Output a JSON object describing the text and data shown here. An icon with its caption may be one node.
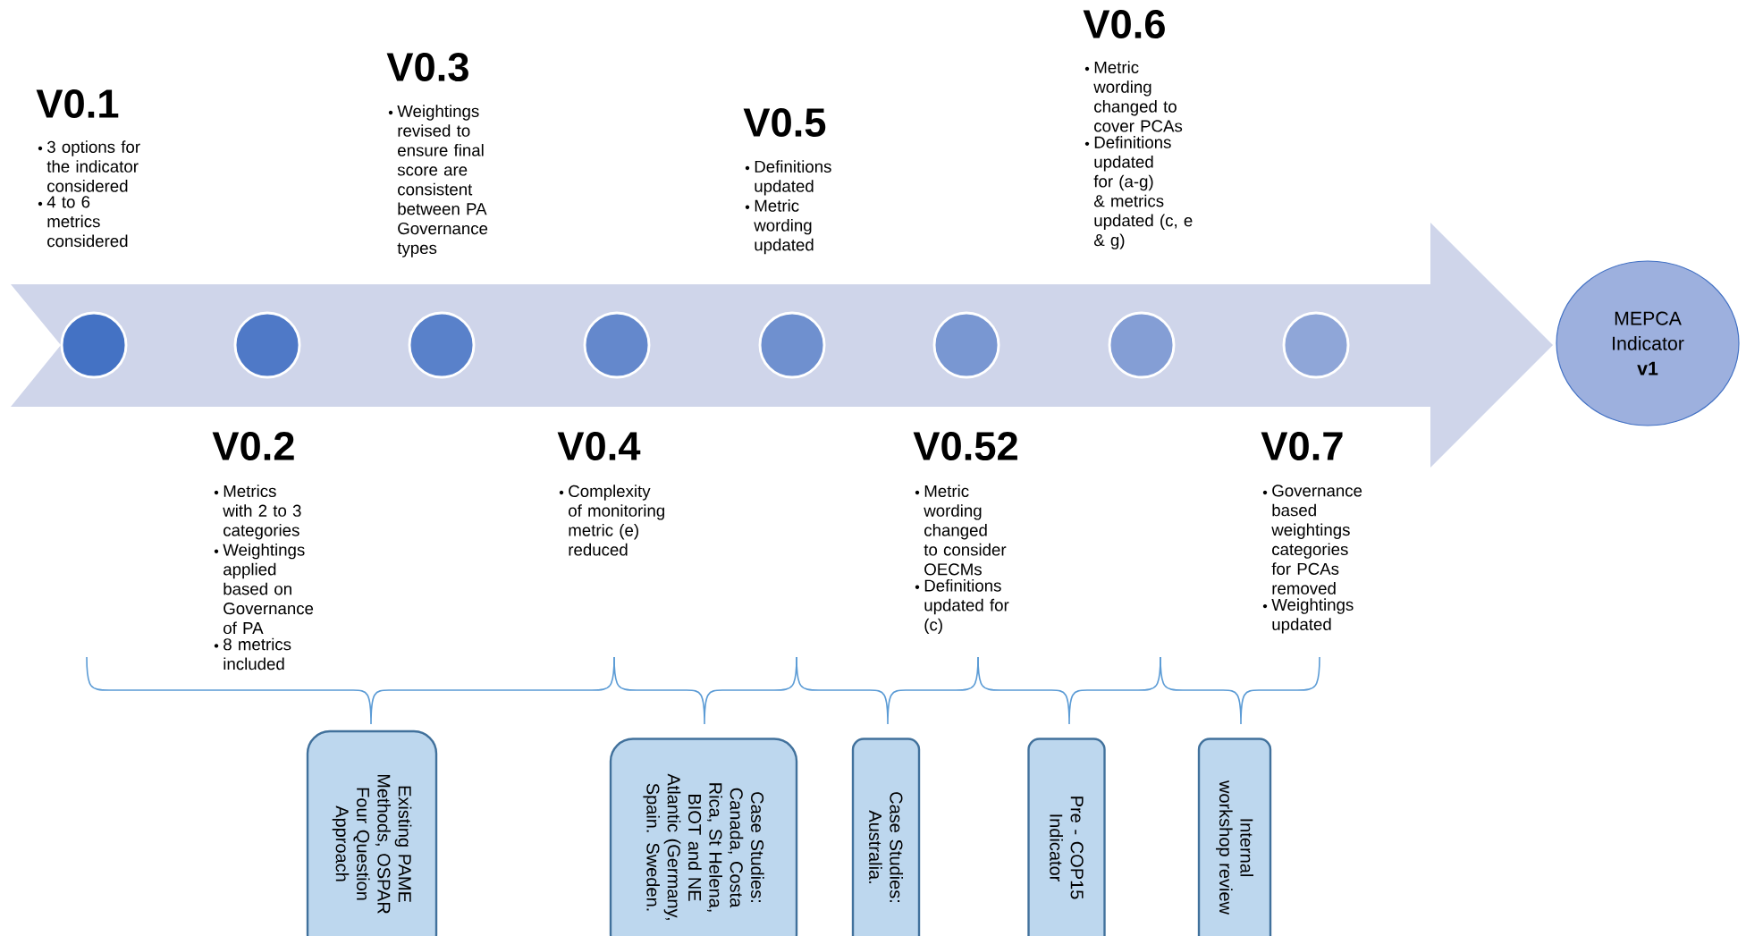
{
  "diagram": {
    "nodes": [
      {
        "text": [],
        "shape": "circle"
      },
      {
        "text": [],
        "shape": "circle"
      },
      {
        "text": [],
        "shape": "circle"
      },
      {
        "text": [],
        "shape": "circle"
      },
      {
        "text": [],
        "shape": "circle"
      },
      {
        "text": [],
        "shape": "circle"
      },
      {
        "text": [],
        "shape": "circle"
      },
      {
        "text": [],
        "shape": "circle"
      },
      {
        "text": [
          "MEPCA Indicator **v1**"
        ]
      },
      {
        "text": [
          "Existing PAME Methods, OSPAR Four Question Approach"
        ]
      },
      {
        "text": [
          "Case Studies: Canada, Costa Rica, St Helena, BIOT and NE Atlantic (Germany, Spain. Sweden."
        ]
      },
      {
        "text": [
          "Case Studies: Australia."
        ]
      },
      {
        "text": [
          "Pre - COP15 Indicator"
        ]
      },
      {
        "text": [
          "Internal workshop review"
        ]
      }
    ],
    "labels": [
      "V0.1",
      "3 options for the indicator considered",
      "4 to 6 metrics considered",
      "V0.2",
      "Metrics with 2 to 3 categories",
      "Weightings applied based on Governance of PA",
      "8 metrics included",
      "V0.3",
      "Weightings revised to ensure final score are consistent between PA Governance types",
      "V0.4",
      "Complexity of monitoring metric (e) reduced",
      "V0.5",
      "Definitions updated",
      "Metric wording updated",
      "V0.52",
      "Metric wording changed to consider OECMs",
      "Definitions updated for (c)",
      "V0.6",
      "Metric wording changed to cover PCAs",
      "Definitions updated for (a-g) & metrics updated (c, e & g)",
      "V0.7",
      "Governance based weightings categories for PCAs removed",
      "Weightings updated"
    ]
  }
}
